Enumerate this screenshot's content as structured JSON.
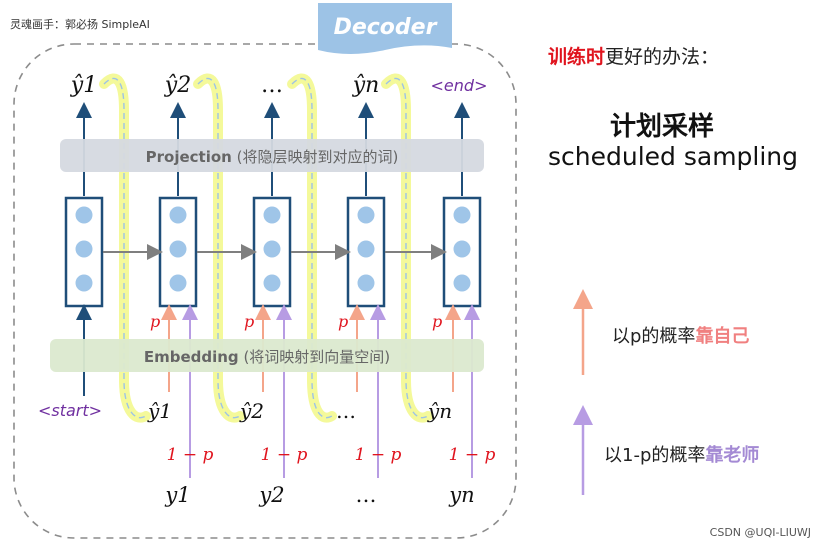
{
  "watermark": "灵魂画手：郭必扬 SimpleAI",
  "csdn": "CSDN @UQI-LIUWJ",
  "diagram": {
    "tag": "Decoder",
    "projection_bold": "Projection",
    "projection_rest": " (将隐层映射到对应的词)",
    "embedding_bold": "Embedding",
    "embedding_rest": " (将词映射到向量空间)",
    "start_token": "<start>",
    "end_token": "<end>",
    "top_outputs": [
      "ŷ1",
      "ŷ2",
      "…",
      "ŷn"
    ],
    "fed_inputs": [
      "ŷ1",
      "ŷ2",
      "…",
      "ŷn"
    ],
    "truth_inputs": [
      "y1",
      "y2",
      "…",
      "yn"
    ],
    "p_label": "p",
    "one_minus_p": "1 − p",
    "colors": {
      "box_fill": "#1f4e79",
      "node": "#9fc5e8",
      "projection_bar": "#d5d9e0",
      "embedding_bar": "#dbe9cf",
      "tag_fill": "#9dc3e6",
      "salmon": "#f4a58a",
      "purple": "#b79ce3",
      "highlight": "#f4f99a",
      "red_text": "#e0141e",
      "violet_text": "#7030a0"
    }
  },
  "right": {
    "title_red": "训练时",
    "title_rest": "更好的办法：",
    "plan_cn": "计划采样",
    "plan_en": "scheduled sampling",
    "legend1_pre": "以p的概率",
    "legend1_hl": "靠自己",
    "legend2_pre": "以1-p的概率",
    "legend2_hl": "靠老师"
  }
}
